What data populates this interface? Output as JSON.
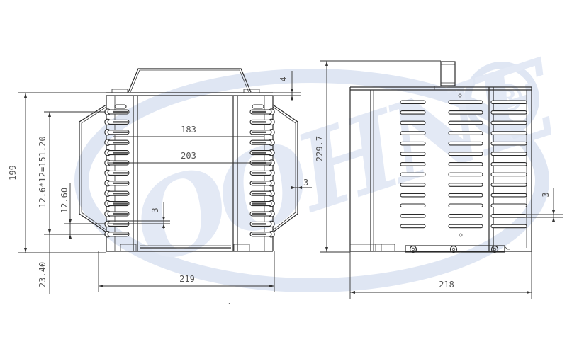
{
  "drawing": {
    "type": "technical-orthographic-drawing",
    "subject": "evaporator / heat exchanger coil unit",
    "views": [
      {
        "name": "front-view",
        "dimensions": {
          "overall_height": "199",
          "coil_pitch_total": "12.6*12=151.20",
          "coil_pitch": "12.60",
          "base_offset": "23.40",
          "inner_width": "183",
          "coil_width": "203",
          "overall_width": "219",
          "top_plate": "4",
          "side_gap": "3",
          "tube_gap": "3"
        }
      },
      {
        "name": "side-view",
        "dimensions": {
          "overall_height": "229.7",
          "overall_width": "218",
          "fin_gap": "3"
        },
        "slot_rows": 13,
        "slot_columns": 3,
        "mount_holes": 3
      }
    ]
  },
  "watermark": {
    "text": "OOHNE",
    "registered_mark": "®",
    "color": "#dfe6f3"
  },
  "colors": {
    "line": "#2b2b2b",
    "dimension_text": "#555555",
    "background": "#ffffff"
  }
}
